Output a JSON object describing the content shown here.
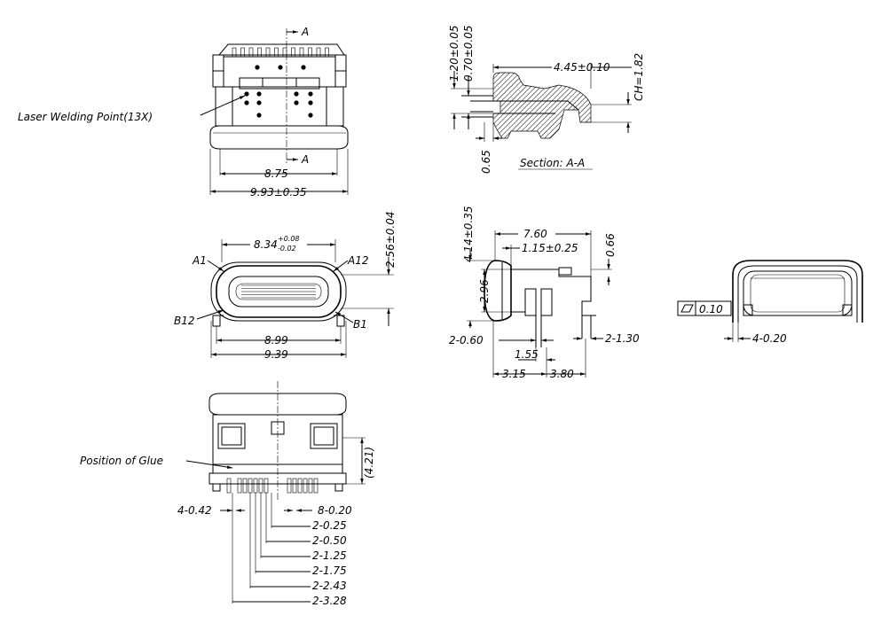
{
  "top_view": {
    "section_mark": "A",
    "laser_label": "Laser Welding Point(13X)",
    "dim_inner": "8.75",
    "dim_outer": "9.93±0.35"
  },
  "section_view": {
    "title": "Section: A-A",
    "dim_120": "1.20±0.05",
    "dim_070": "0.70±0.05",
    "dim_445": "4.45±0.10",
    "dim_ch": "CH=1.82",
    "dim_065": "0.65"
  },
  "front_view": {
    "dim_width_main": "8.34",
    "dim_width_tol_up": "+0.08",
    "dim_width_tol_dn": "-0.02",
    "dim_height": "2.56±0.04",
    "pin_a1": "A1",
    "pin_a12": "A12",
    "pin_b12": "B12",
    "pin_b1": "B1",
    "dim_899": "8.99",
    "dim_939": "9.39"
  },
  "side_view": {
    "dim_414": "4.14±0.35",
    "dim_760": "7.60",
    "dim_115": "1.15±0.25",
    "dim_066": "0.66",
    "dim_296": "2.96",
    "dim_2_060": "2-0.60",
    "dim_2_130": "2-1.30",
    "dim_155": "1.55",
    "dim_315": "3.15",
    "dim_380": "3.80"
  },
  "flatness_view": {
    "flatness_tol": "0.10",
    "leg_dim": "4-0.20"
  },
  "bottom_view": {
    "glue_label": "Position of Glue",
    "dim_421": "(4.21)",
    "dim_4_042": "4-0.42",
    "dim_8_020": "8-0.20",
    "dim_2_025": "2-0.25",
    "dim_2_050": "2-0.50",
    "dim_2_125": "2-1.25",
    "dim_2_175": "2-1.75",
    "dim_2_243": "2-2.43",
    "dim_2_328": "2-3.28"
  }
}
